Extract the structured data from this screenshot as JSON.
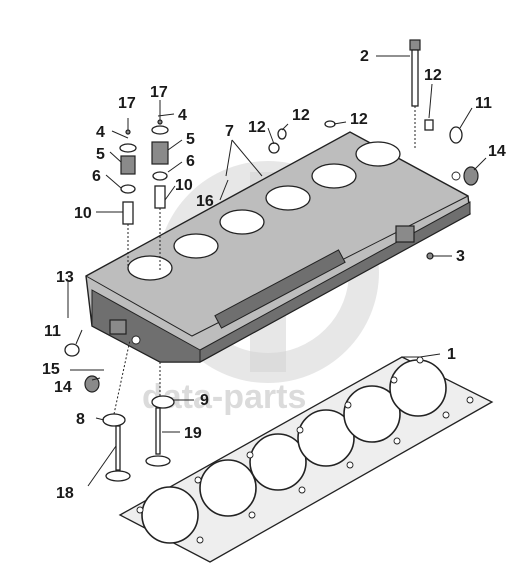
{
  "watermark": {
    "text": "data-parts"
  },
  "callouts": {
    "c1": "1",
    "c2": "2",
    "c3": "3",
    "c4a": "4",
    "c4b": "4",
    "c5a": "5",
    "c5b": "5",
    "c6a": "6",
    "c6b": "6",
    "c7": "7",
    "c8": "8",
    "c9": "9",
    "c10a": "10",
    "c10b": "10",
    "c11a": "11",
    "c11b": "11",
    "c12a": "12",
    "c12b": "12",
    "c12c": "12",
    "c12d": "12",
    "c13": "13",
    "c14a": "14",
    "c14b": "14",
    "c15": "15",
    "c16": "16",
    "c17a": "17",
    "c17b": "17",
    "c18": "18",
    "c19": "19"
  }
}
